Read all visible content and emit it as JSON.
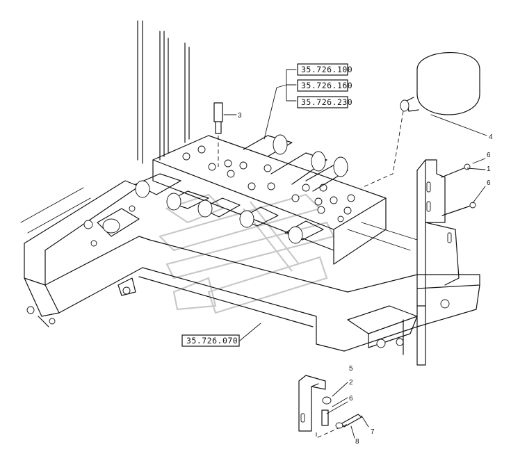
{
  "references": [
    {
      "text": "35.726.100"
    },
    {
      "text": "35.726.160"
    },
    {
      "text": "35.726.230"
    },
    {
      "text": "35.726.070"
    }
  ],
  "callouts": {
    "c1": "1",
    "c2": "2",
    "c3": "3",
    "c4": "4",
    "c5": "5",
    "c6a": "6",
    "c6b": "6",
    "c6c": "6",
    "c7": "7",
    "c8": "8"
  },
  "colors": {
    "line": "#111111",
    "watermark": "#c8c8c8",
    "background": "#ffffff"
  }
}
